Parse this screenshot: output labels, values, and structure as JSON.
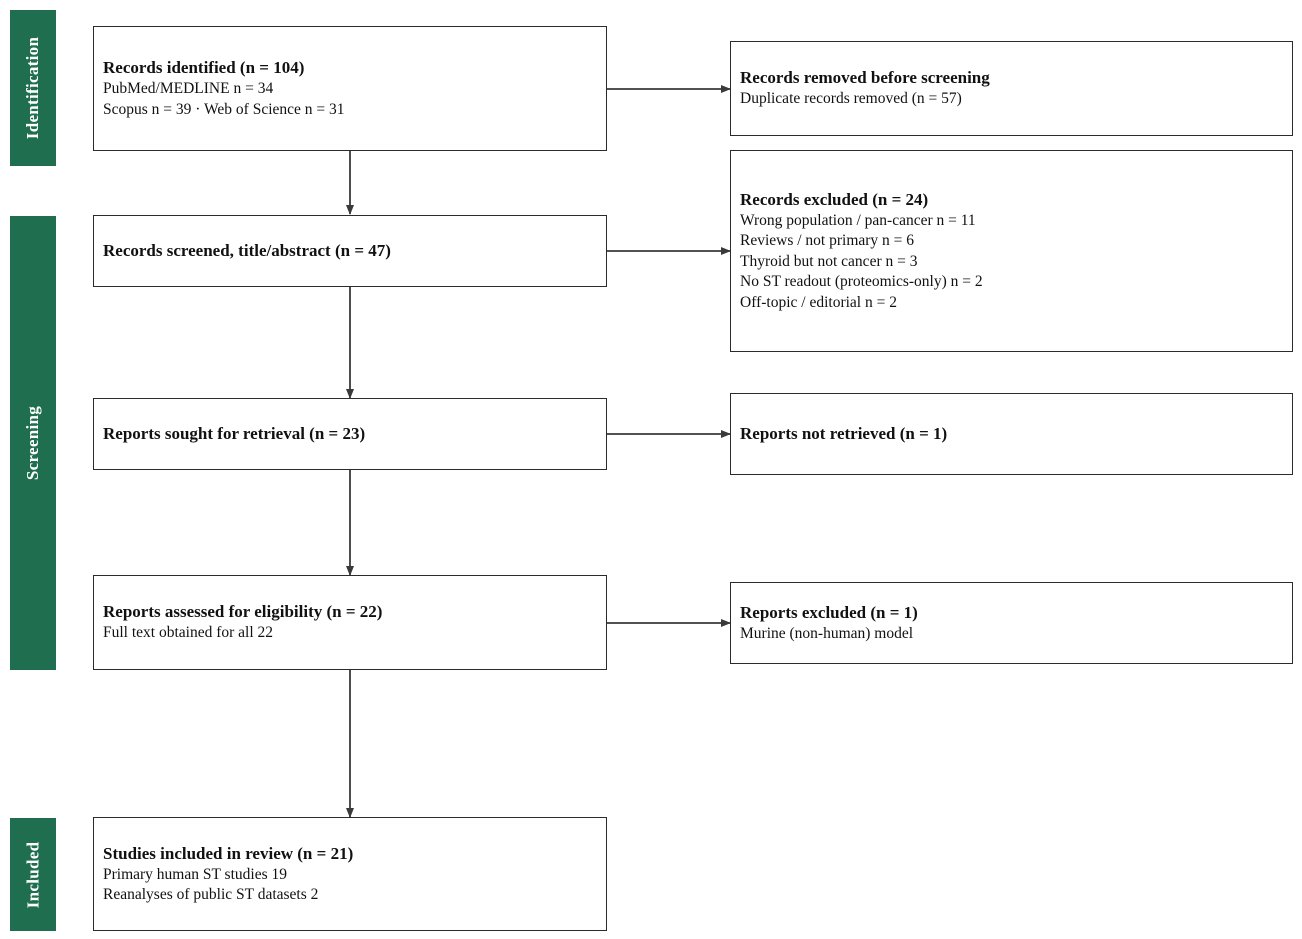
{
  "phases": {
    "identification": "Identification",
    "screening": "Screening",
    "included": "Included"
  },
  "boxes": {
    "records_identified": {
      "title": "Records identified (n = 104)",
      "lines": [
        "PubMed/MEDLINE n = 34",
        "Scopus n = 39 · Web of Science n = 31"
      ]
    },
    "removed_before_screening": {
      "title": "Records removed before screening",
      "lines": [
        "Duplicate records removed (n = 57)"
      ]
    },
    "records_screened": {
      "title": "Records screened, title/abstract (n = 47)"
    },
    "records_excluded": {
      "title": "Records excluded (n = 24)",
      "lines": [
        "Wrong population / pan-cancer n = 11",
        "Reviews / not primary n = 6",
        "Thyroid but not cancer n = 3",
        "No ST readout (proteomics-only) n = 2",
        "Off-topic / editorial n = 2"
      ]
    },
    "reports_sought": {
      "title": "Reports sought for retrieval (n = 23)"
    },
    "reports_not_retrieved": {
      "title": "Reports not retrieved (n = 1)"
    },
    "reports_assessed": {
      "title": "Reports assessed for eligibility (n = 22)",
      "lines": [
        "Full text obtained for all 22"
      ]
    },
    "reports_excluded": {
      "title": "Reports excluded (n = 1)",
      "lines": [
        "Murine (non-human) model"
      ]
    },
    "studies_included": {
      "title": "Studies included in review (n = 21)",
      "lines": [
        "Primary human ST studies 19",
        "Reanalyses of public ST datasets 2"
      ]
    }
  }
}
